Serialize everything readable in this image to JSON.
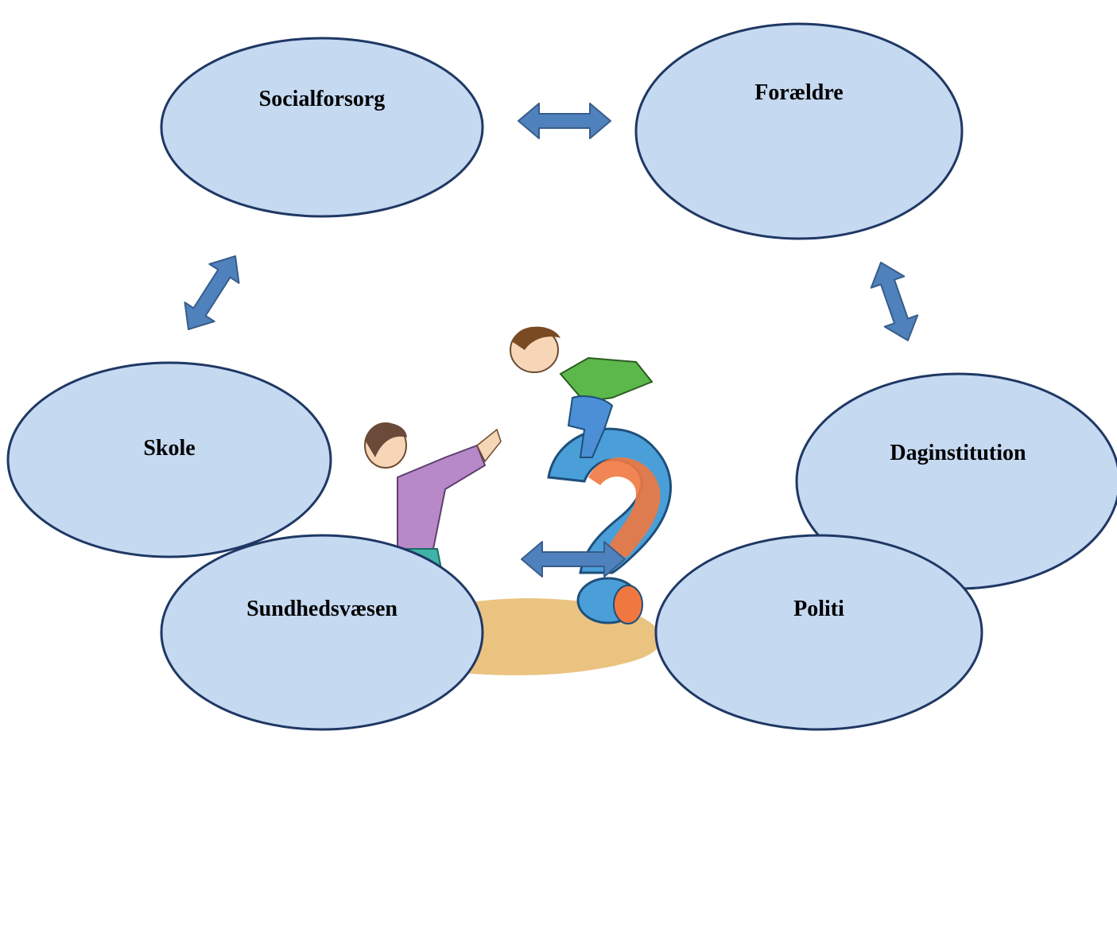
{
  "colors": {
    "node_fill": "#c5d9f1",
    "node_stroke": "#1f3864",
    "arrow_fill": "#4f81bd",
    "arrow_stroke": "#385d8a"
  },
  "nodes": [
    {
      "id": "socialforsorg",
      "label": "Socialforsorg"
    },
    {
      "id": "foraeldre",
      "label": "Forældre"
    },
    {
      "id": "skole",
      "label": "Skole"
    },
    {
      "id": "daginstitution",
      "label": "Daginstitution"
    },
    {
      "id": "sundhedsvaesen",
      "label": "Sundhedsvæsen"
    },
    {
      "id": "politi",
      "label": "Politi"
    }
  ],
  "connections": [
    {
      "from": "socialforsorg",
      "to": "foraeldre"
    },
    {
      "from": "foraeldre",
      "to": "daginstitution"
    },
    {
      "from": "daginstitution",
      "to": "politi"
    },
    {
      "from": "politi",
      "to": "sundhedsvaesen"
    },
    {
      "from": "sundhedsvaesen",
      "to": "skole"
    },
    {
      "from": "skole",
      "to": "socialforsorg"
    }
  ],
  "illustration": {
    "icon": "child-jumping-off-question-mark-illustration"
  }
}
